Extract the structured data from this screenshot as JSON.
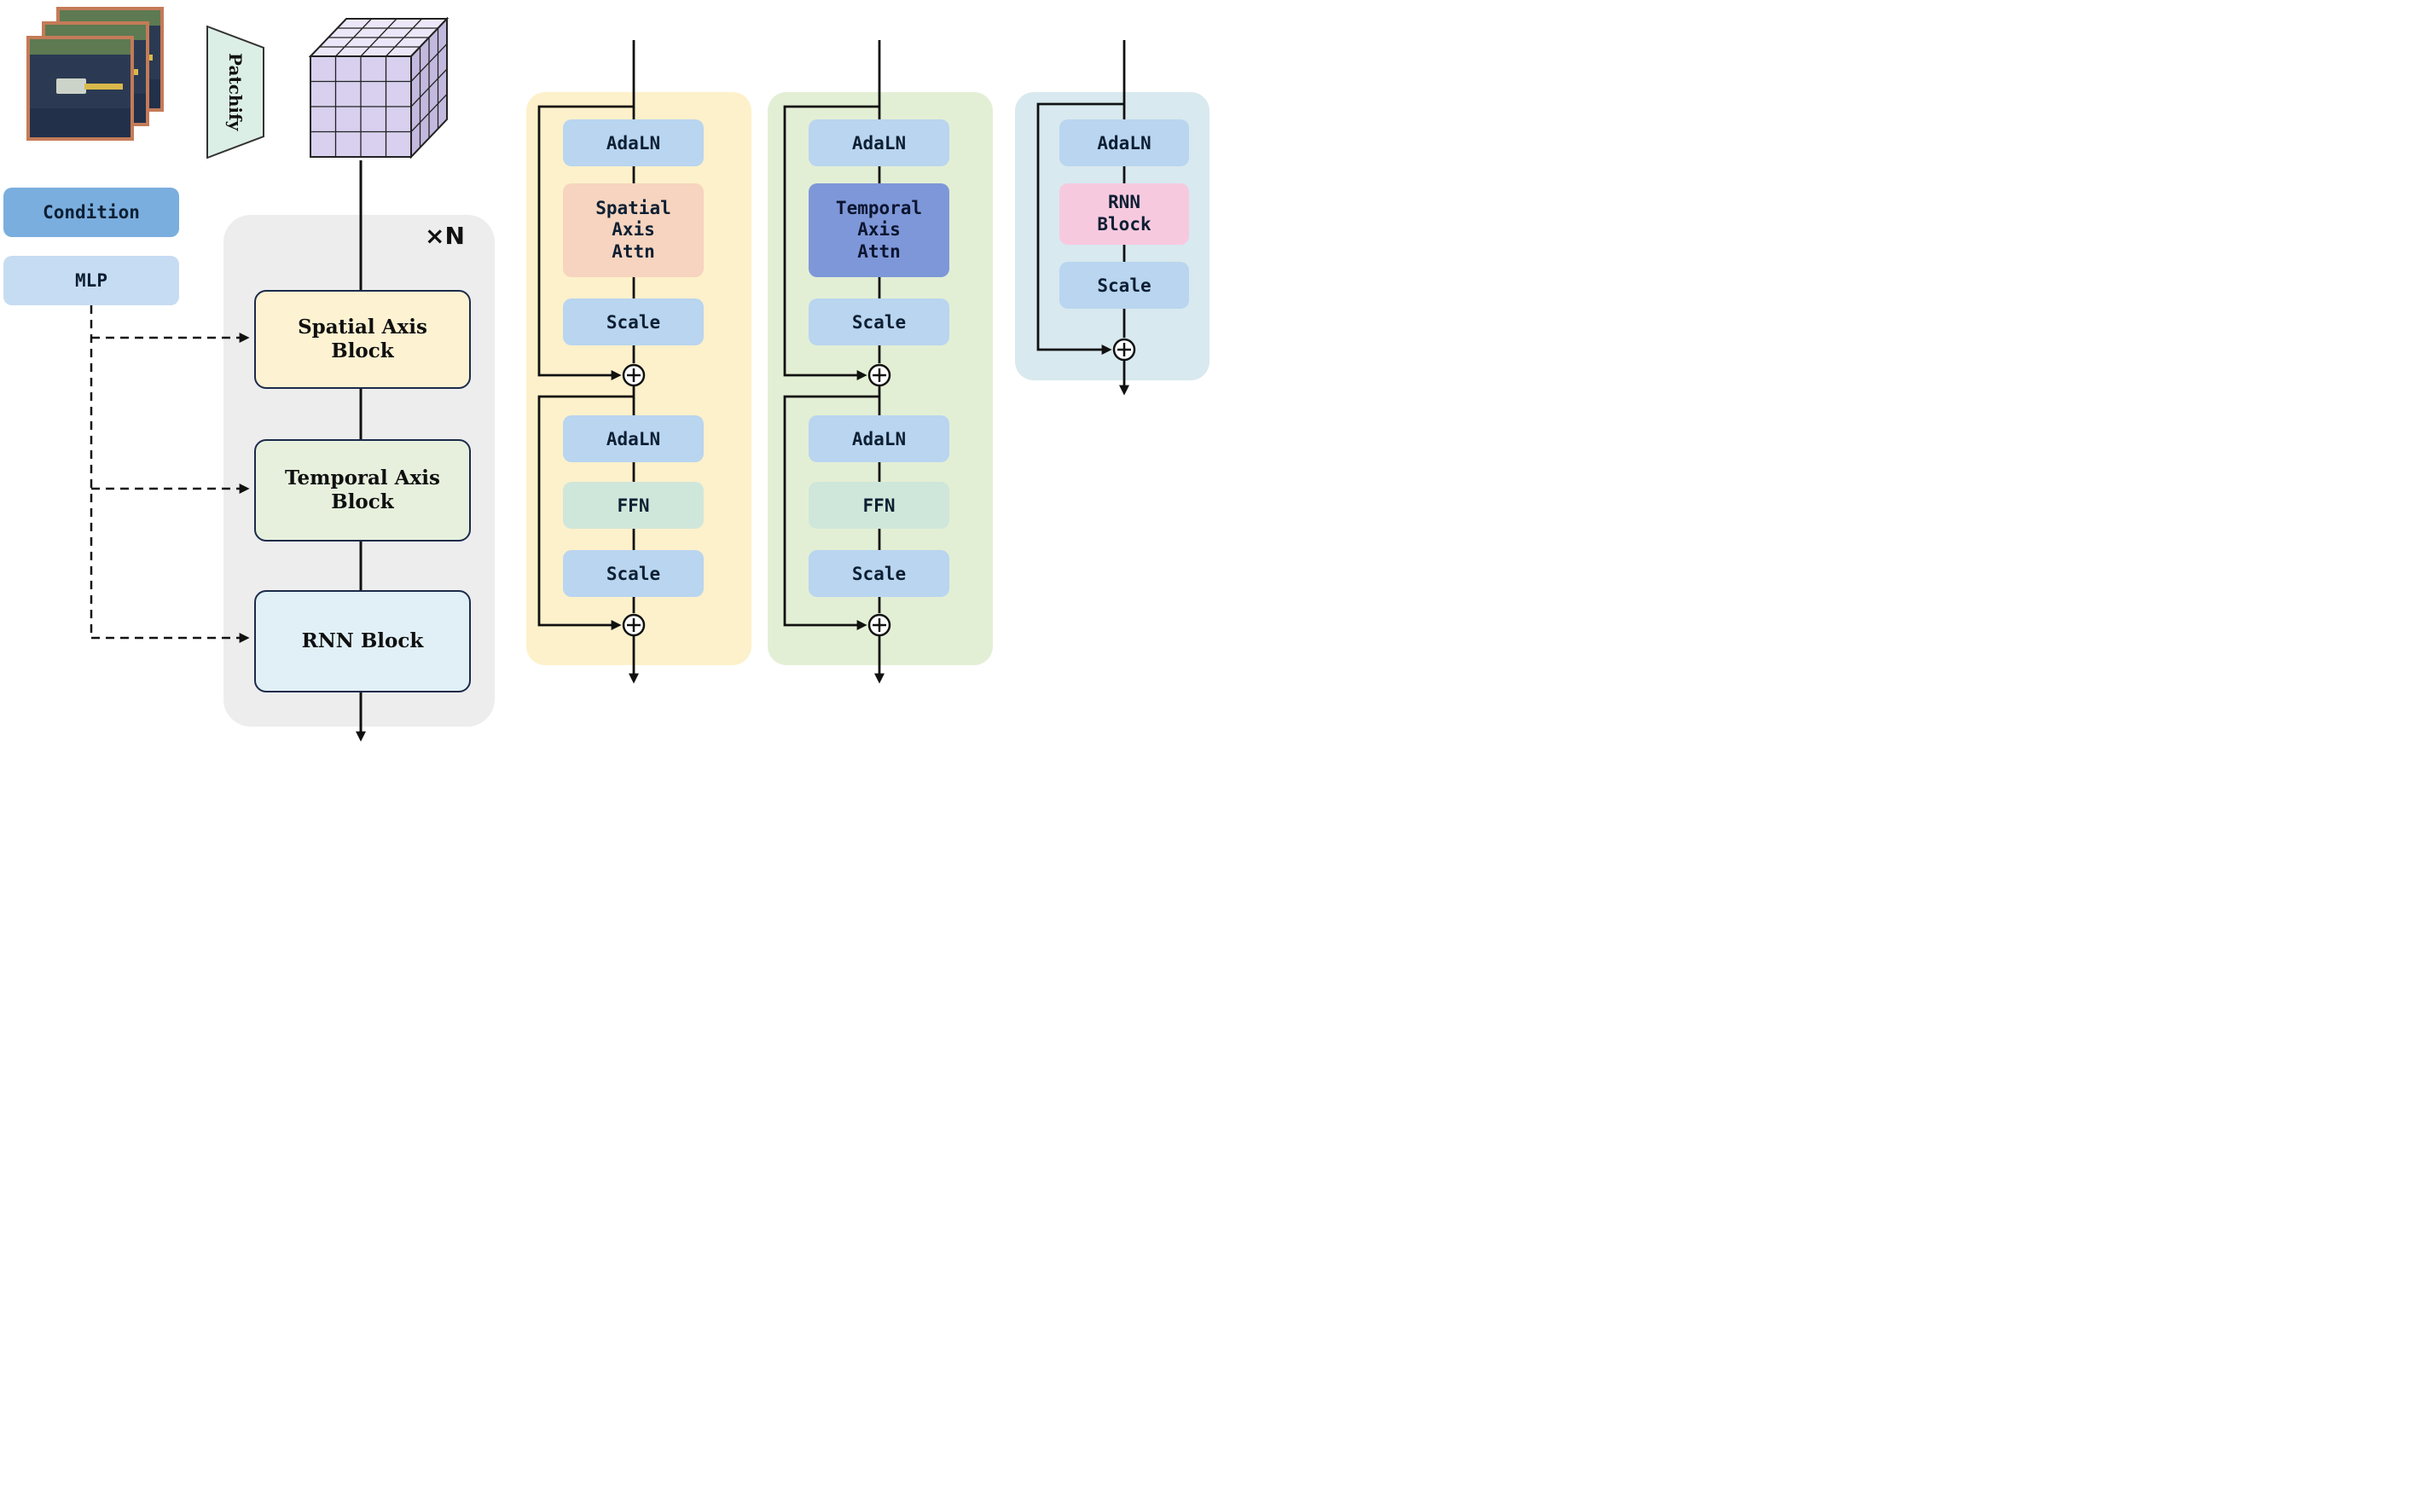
{
  "preprocess": {
    "patchify_label": "Patchify"
  },
  "condition": {
    "label": "Condition"
  },
  "mlp": {
    "label": "MLP"
  },
  "backbone": {
    "repeat_label": "×N",
    "spatial_block_label": "Spatial Axis\nBlock",
    "temporal_block_label": "Temporal Axis\nBlock",
    "rnn_block_label": "RNN Block"
  },
  "spatial_panel": {
    "adaln1": "AdaLN",
    "attn": "Spatial\nAxis\nAttn",
    "scale1": "Scale",
    "adaln2": "AdaLN",
    "ffn": "FFN",
    "scale2": "Scale"
  },
  "temporal_panel": {
    "adaln1": "AdaLN",
    "attn": "Temporal\nAxis\nAttn",
    "scale1": "Scale",
    "adaln2": "AdaLN",
    "ffn": "FFN",
    "scale2": "Scale"
  },
  "rnn_panel": {
    "adaln": "AdaLN",
    "rnn": "RNN\nBlock",
    "scale": "Scale"
  },
  "icons": {
    "sum_node": "⊕"
  },
  "colors": {
    "panel_spatial_bg": "#fdf1cb",
    "panel_temporal_bg": "#e3efd5",
    "panel_rnn_bg": "#d8e9ef",
    "box_blue": "#b9d5ef",
    "box_spatial_attn": "#f6d4bf",
    "box_temporal_attn": "#7e97d8",
    "box_ffn": "#cfe7da",
    "box_rnn_pink": "#f7c9df",
    "condition_bg": "#7aaede",
    "mlp_bg": "#c6dcf2",
    "spatial_block_bg": "#fdf3d2",
    "temporal_block_bg": "#e6f0dd",
    "rnn_block_bg": "#e0f0f6",
    "backbone_bg": "#ededee"
  }
}
